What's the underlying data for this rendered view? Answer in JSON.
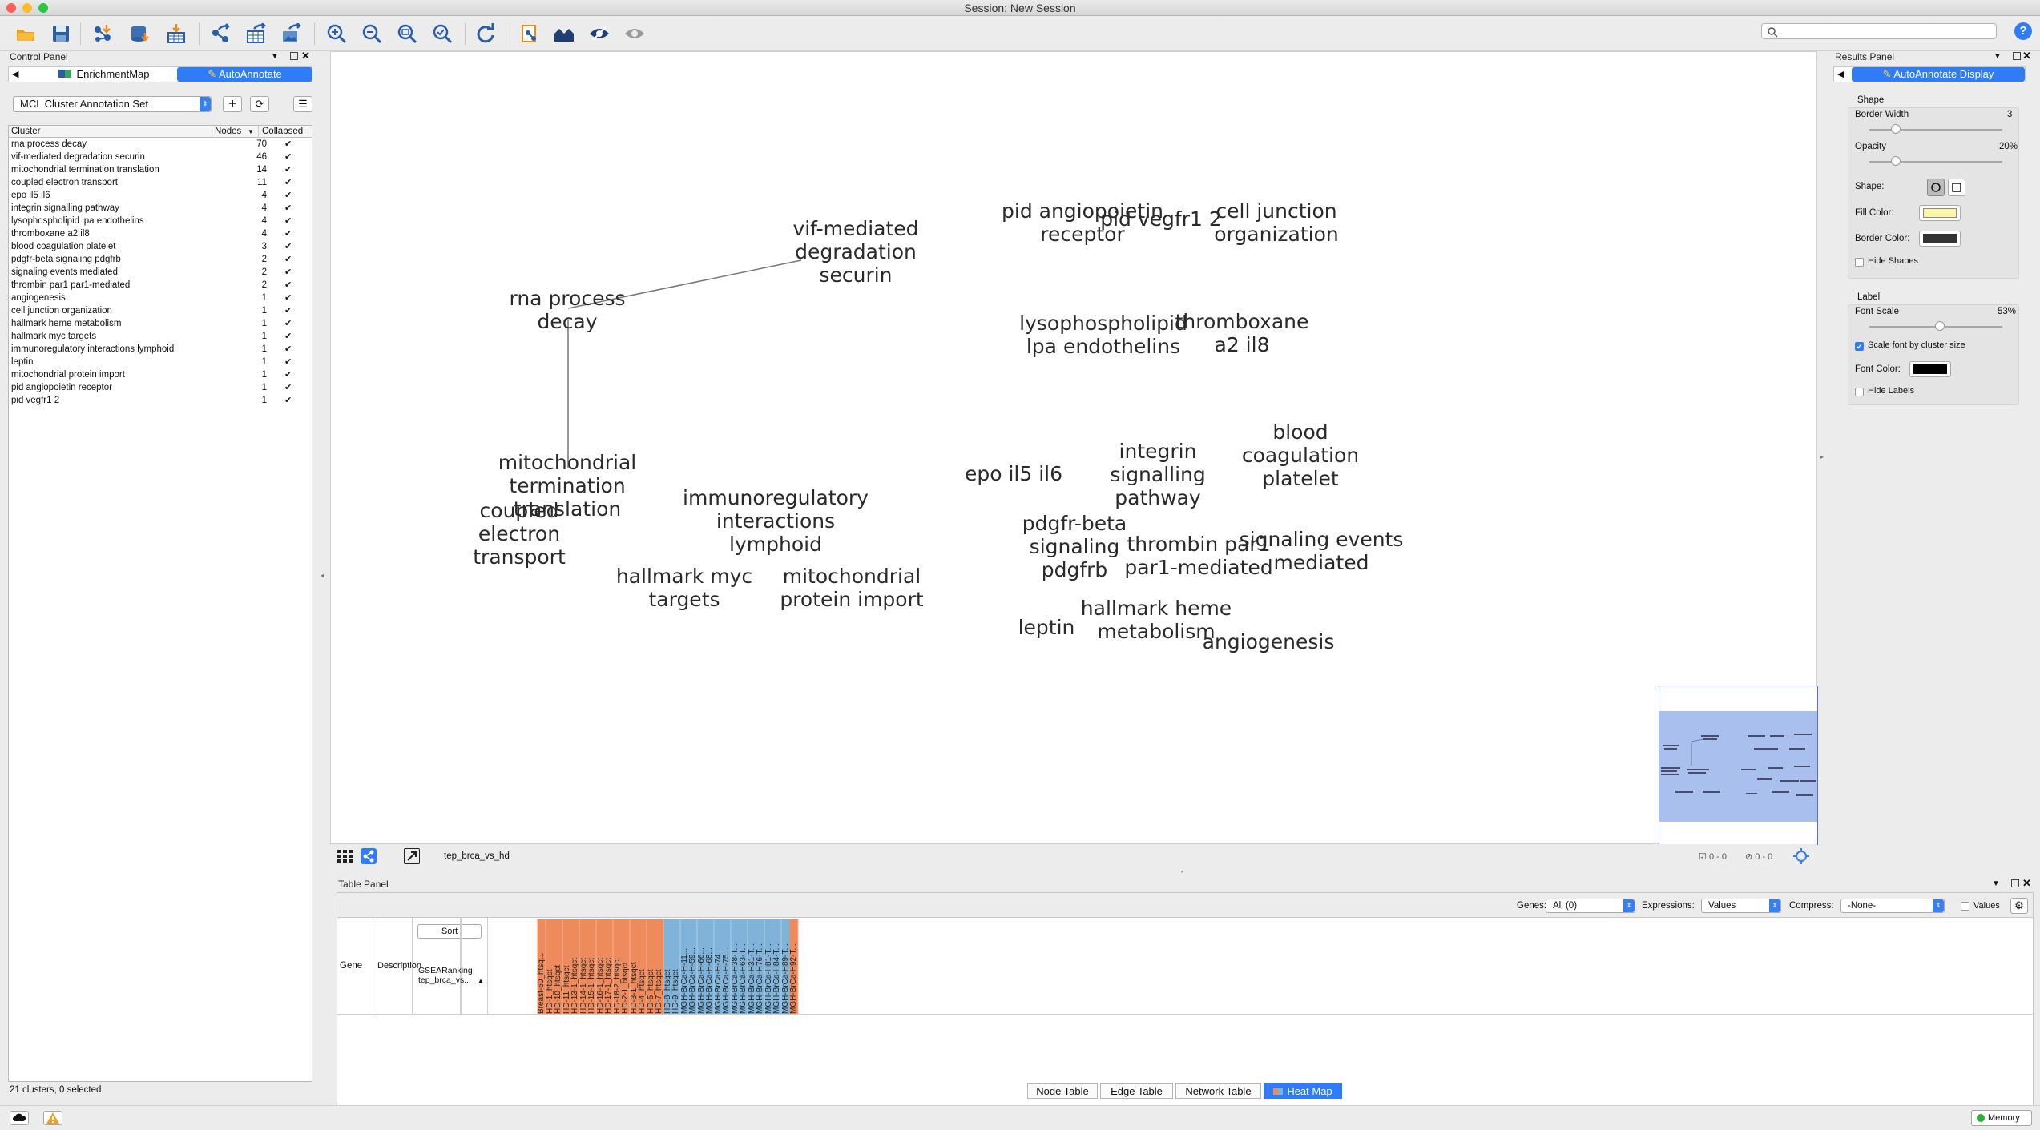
{
  "window": {
    "title": "Session: New Session"
  },
  "toolbar": {
    "icons": [
      "open-icon",
      "save-icon",
      "import-network-icon",
      "import-table-icon",
      "import-table-file-icon",
      "export-network-icon",
      "export-table-icon",
      "export-image-icon",
      "zoom-in-icon",
      "zoom-out-icon",
      "zoom-fit-icon",
      "zoom-selected-icon",
      "refresh-icon",
      "new-network-icon",
      "home-icon",
      "show-hidden-icon",
      "hide-icon"
    ],
    "search_placeholder": ""
  },
  "control_panel": {
    "title": "Control Panel",
    "tabs": [
      "EnrichmentMap",
      "AutoAnnotate"
    ],
    "annotation_set": "MCL Cluster Annotation Set",
    "columns": {
      "cluster": "Cluster",
      "nodes": "Nodes",
      "collapsed": "Collapsed"
    },
    "rows": [
      {
        "name": "rna process decay",
        "nodes": "70"
      },
      {
        "name": "vif-mediated degradation securin",
        "nodes": "46"
      },
      {
        "name": "mitochondrial termination translation",
        "nodes": "14"
      },
      {
        "name": "coupled electron transport",
        "nodes": "11"
      },
      {
        "name": "epo il5 il6",
        "nodes": "4"
      },
      {
        "name": "integrin signalling pathway",
        "nodes": "4"
      },
      {
        "name": "lysophospholipid lpa endothelins",
        "nodes": "4"
      },
      {
        "name": "thromboxane a2 il8",
        "nodes": "4"
      },
      {
        "name": "blood coagulation platelet",
        "nodes": "3"
      },
      {
        "name": "pdgfr-beta signaling pdgfrb",
        "nodes": "2"
      },
      {
        "name": "signaling events mediated",
        "nodes": "2"
      },
      {
        "name": "thrombin par1 par1-mediated",
        "nodes": "2"
      },
      {
        "name": "angiogenesis",
        "nodes": "1"
      },
      {
        "name": "cell junction organization",
        "nodes": "1"
      },
      {
        "name": "hallmark heme metabolism",
        "nodes": "1"
      },
      {
        "name": "hallmark myc targets",
        "nodes": "1"
      },
      {
        "name": "immunoregulatory interactions lymphoid",
        "nodes": "1"
      },
      {
        "name": "leptin",
        "nodes": "1"
      },
      {
        "name": "mitochondrial protein import",
        "nodes": "1"
      },
      {
        "name": "pid angiopoietin receptor",
        "nodes": "1"
      },
      {
        "name": "pid vegfr1 2",
        "nodes": "1"
      }
    ],
    "collapsed_mark": "✔",
    "footer": "21 clusters, 0 selected"
  },
  "network": {
    "labels": [
      {
        "id": "vif",
        "text": "vif-mediated\ndegradation\nsecurin"
      },
      {
        "id": "rna",
        "text": "rna process\ndecay"
      },
      {
        "id": "mito-term",
        "text": "mitochondrial\ntermination\ntranslation"
      },
      {
        "id": "coupled",
        "text": "coupled\nelectron\ntransport"
      },
      {
        "id": "immuno",
        "text": "immunoregulatory\ninteractions\nlymphoid"
      },
      {
        "id": "myc",
        "text": "hallmark myc\ntargets"
      },
      {
        "id": "mito-prot",
        "text": "mitochondrial\nprotein import"
      },
      {
        "id": "angio-rec",
        "text": "pid angiopoietin\nreceptor"
      },
      {
        "id": "vegfr",
        "text": "pid vegfr1 2"
      },
      {
        "id": "celljunc",
        "text": "cell junction\norganization"
      },
      {
        "id": "lyso",
        "text": "lysophospholipid\nlpa endothelins"
      },
      {
        "id": "thromboxane",
        "text": "thromboxane\na2 il8"
      },
      {
        "id": "epo",
        "text": "epo il5 il6"
      },
      {
        "id": "integrin",
        "text": "integrin\nsignalling\npathway"
      },
      {
        "id": "blood",
        "text": "blood\ncoagulation\nplatelet"
      },
      {
        "id": "pdgfr",
        "text": "pdgfr-beta\nsignaling\npdgfrb"
      },
      {
        "id": "thrombin",
        "text": "thrombin par1\npar1-mediated"
      },
      {
        "id": "sigevents",
        "text": "signaling events\nmediated"
      },
      {
        "id": "leptin",
        "text": "leptin"
      },
      {
        "id": "heme",
        "text": "hallmark heme\nmetabolism"
      },
      {
        "id": "angiogenesis",
        "text": "angiogenesis"
      }
    ],
    "footer_name": "tep_brca_vs_hd",
    "sel_nodes": "0 - 0",
    "sel_edges": "0 - 0"
  },
  "results_panel": {
    "title": "Results Panel",
    "tab": "AutoAnnotate Display",
    "shape_section": "Shape",
    "border_width_label": "Border Width",
    "border_width": "3",
    "opacity_label": "Opacity",
    "opacity": "20%",
    "shape_label": "Shape:",
    "fill_color_label": "Fill Color:",
    "fill_color": "#fdf5a8",
    "border_color_label": "Border Color:",
    "border_color": "#333333",
    "hide_shapes": "Hide Shapes",
    "label_section": "Label",
    "font_scale_label": "Font Scale",
    "font_scale": "53%",
    "scale_font": "Scale font by cluster size",
    "font_color_label": "Font Color:",
    "font_color": "#000000",
    "hide_labels": "Hide Labels",
    "border_width_level": 0.2,
    "opacity_level": 0.2,
    "font_scale_level": 0.53
  },
  "table_panel": {
    "title": "Table Panel",
    "genes_label": "Genes:",
    "genes_value": "All (0)",
    "expressions_label": "Expressions:",
    "expressions_value": "Values",
    "compress_label": "Compress:",
    "compress_value": "-None-",
    "values_checkbox": "Values",
    "gene_col": "Gene",
    "desc_col": "Description",
    "sort_btn": "Sort",
    "ranking": "GSEARanking\ntep_brca_vs...",
    "heatmap_columns": [
      {
        "label": "Breast-60_htsq...",
        "group": "orange"
      },
      {
        "label": "HD-1_htsqct",
        "group": "orange"
      },
      {
        "label": "HD-10_htsqct",
        "group": "orange"
      },
      {
        "label": "HD-11_htsqct",
        "group": "orange"
      },
      {
        "label": "HD-13-1_htsqct",
        "group": "orange"
      },
      {
        "label": "HD-14-1_htsqct",
        "group": "orange"
      },
      {
        "label": "HD-15-1_htsqct",
        "group": "orange"
      },
      {
        "label": "HD-16-1_htsqct",
        "group": "orange"
      },
      {
        "label": "HD-17-1_htsqct",
        "group": "orange"
      },
      {
        "label": "HD-18-2_htsqct",
        "group": "orange"
      },
      {
        "label": "HD-2-1_htsqct",
        "group": "orange"
      },
      {
        "label": "HD-3-1_htsqct",
        "group": "orange"
      },
      {
        "label": "HD-4_htsqct",
        "group": "orange"
      },
      {
        "label": "HD-5_htsqct",
        "group": "orange"
      },
      {
        "label": "HD-7_htsqct",
        "group": "orange"
      },
      {
        "label": "HD-8_htsqct",
        "group": "blue"
      },
      {
        "label": "HD-9_htsqct",
        "group": "blue"
      },
      {
        "label": "MGH-BrCa-H-11...",
        "group": "blue"
      },
      {
        "label": "MGH-BrCa-H-59...",
        "group": "blue"
      },
      {
        "label": "MGH-BrCa-H-66...",
        "group": "blue"
      },
      {
        "label": "MGH-BrCa-H-68...",
        "group": "blue"
      },
      {
        "label": "MGH-BrCa-H-74...",
        "group": "blue"
      },
      {
        "label": "MGH-BrCa-H-75...",
        "group": "blue"
      },
      {
        "label": "MGH-BrCa-H38-T...",
        "group": "blue"
      },
      {
        "label": "MGH-BrCa-H63-T...",
        "group": "blue"
      },
      {
        "label": "MGH-BrCa-H31-T...",
        "group": "blue"
      },
      {
        "label": "MGH-BrCa-H76-T...",
        "group": "blue"
      },
      {
        "label": "MGH-BrCa-H81-T...",
        "group": "blue"
      },
      {
        "label": "MGH-BrCa-H84-T...",
        "group": "blue"
      },
      {
        "label": "MGH-BrCa-H89-T...",
        "group": "blue"
      },
      {
        "label": "MGH-BrCa-H92-T...",
        "group": "orange"
      }
    ],
    "tabs": [
      "Node Table",
      "Edge Table",
      "Network Table",
      "Heat Map"
    ],
    "active_tab": "Heat Map"
  },
  "status": {
    "memory": "Memory"
  },
  "colors": {
    "accent": "#2f7cf6",
    "heat_orange": "#ef8a5c",
    "heat_blue": "#7fb3d9"
  }
}
